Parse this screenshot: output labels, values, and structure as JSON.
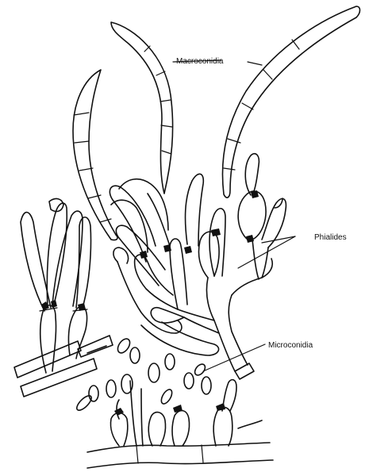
{
  "labels": {
    "macroconidia": "Macroconidia",
    "phialides": "Phialides",
    "microconidia": "Microconidia"
  },
  "colors": {
    "ink": "#111111",
    "background": "#ffffff"
  }
}
